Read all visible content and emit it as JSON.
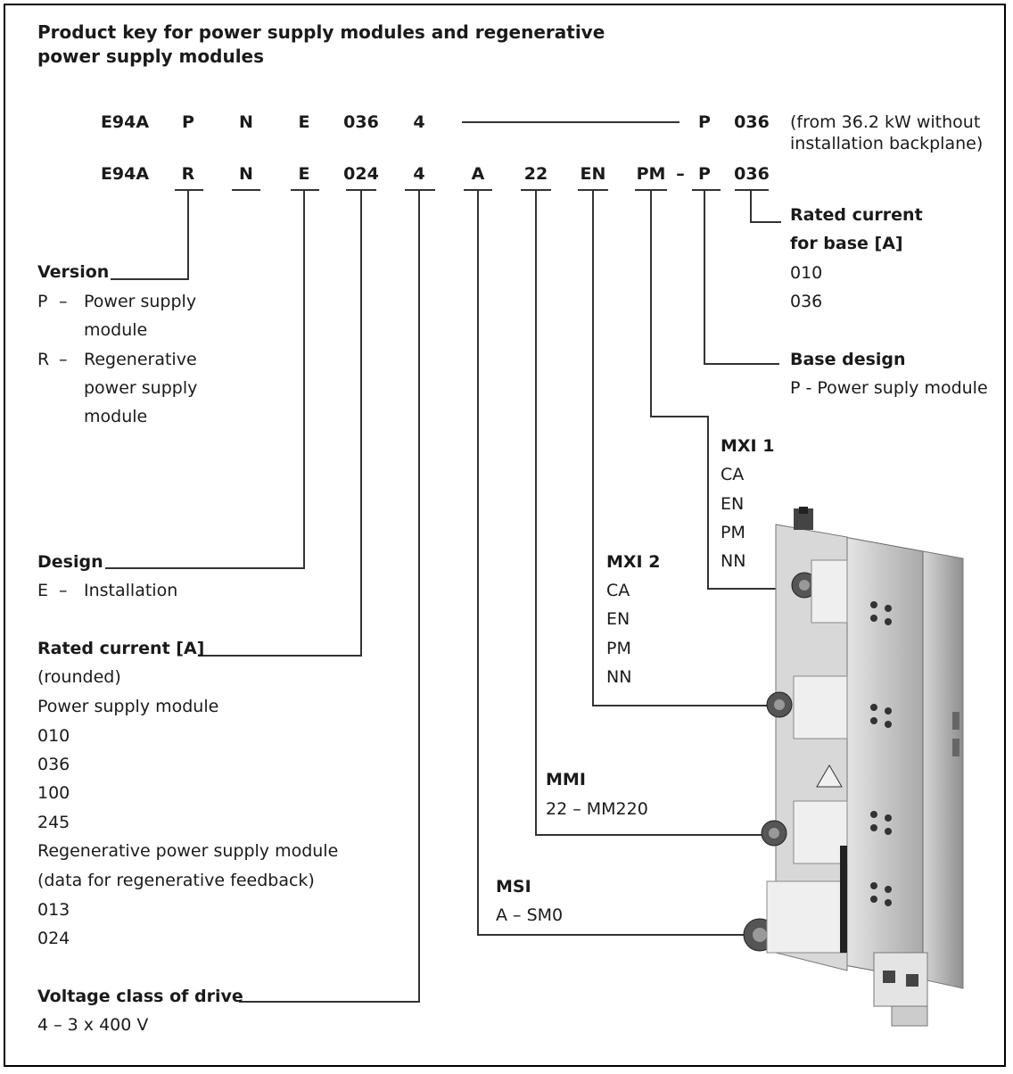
{
  "title_line1": "Product key for power supply modules and regenerative",
  "title_line2": "power supply modules",
  "row1": {
    "codes": [
      "E94A",
      "P",
      "N",
      "E",
      "036",
      "4",
      "P",
      "036"
    ],
    "note_line1": "(from 36.2 kW without",
    "note_line2": "installation backplane)"
  },
  "row2": {
    "codes": [
      "E94A",
      "R",
      "N",
      "E",
      "024",
      "4",
      "A",
      "22",
      "EN",
      "PM",
      "–",
      "P",
      "036"
    ]
  },
  "rated_base": {
    "heading1": "Rated current",
    "heading2": "for base [A]",
    "values": [
      "010",
      "036"
    ]
  },
  "base_design": {
    "heading": "Base design",
    "value": "P - Power suply module"
  },
  "version": {
    "heading": "Version",
    "p_key": "P",
    "p_dash": "–",
    "p_line1": "Power supply",
    "p_line2": "module",
    "r_key": "R",
    "r_dash": "–",
    "r_line1": "Regenerative",
    "r_line2": "power supply",
    "r_line3": "module"
  },
  "mxi1": {
    "heading": "MXI 1",
    "values": [
      "CA",
      "EN",
      "PM",
      "NN"
    ]
  },
  "mxi2": {
    "heading": "MXI 2",
    "values": [
      "CA",
      "EN",
      "PM",
      "NN"
    ]
  },
  "design": {
    "heading": "Design",
    "key": "E",
    "dash": "–",
    "value": "Installation"
  },
  "rated_current": {
    "heading": "Rated current [A]",
    "lines": [
      "(rounded)",
      "Power supply module",
      "010",
      "036",
      "100",
      "245",
      "Regenerative power supply module",
      "(data for regenerative feedback)",
      "013",
      "024"
    ]
  },
  "mmi": {
    "heading": "MMI",
    "value": "22 – MM220"
  },
  "msi": {
    "heading": "MSI",
    "value": "A – SM0"
  },
  "voltage": {
    "heading": "Voltage class of drive",
    "value": "4 – 3 x 400 V"
  },
  "colors": {
    "line": "#333333",
    "text": "#1a1a1a",
    "module": "#c9c9c9"
  }
}
